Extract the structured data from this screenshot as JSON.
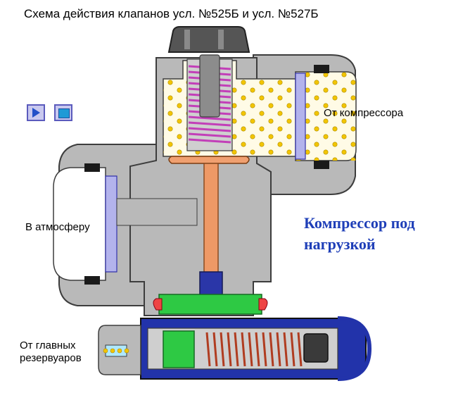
{
  "title": "Схема действия клапанов усл. №525Б и усл. №527Б",
  "labels": {
    "from_compressor": "От компрессора",
    "to_atmosphere": "В атмосферу",
    "from_reservoirs_line1": "От главных",
    "from_reservoirs_line2": "резервуаров"
  },
  "state_text": {
    "line1": "Компрессор под",
    "line2": "нагрузкой"
  },
  "controls": {
    "play_icon": "play-icon",
    "stop_icon": "stop-icon"
  },
  "colors": {
    "body": "#b9b9b9",
    "outline": "#3d3d3d",
    "air_chamber": "#fffbe6",
    "air_dots": "#f2c500",
    "seal": "#3333aa",
    "spring": "#c23fb8",
    "stem": "#ee9966",
    "plunger": "#2a36a8",
    "green_piston": "#2ec944",
    "state_text": "#1f3fb8"
  }
}
